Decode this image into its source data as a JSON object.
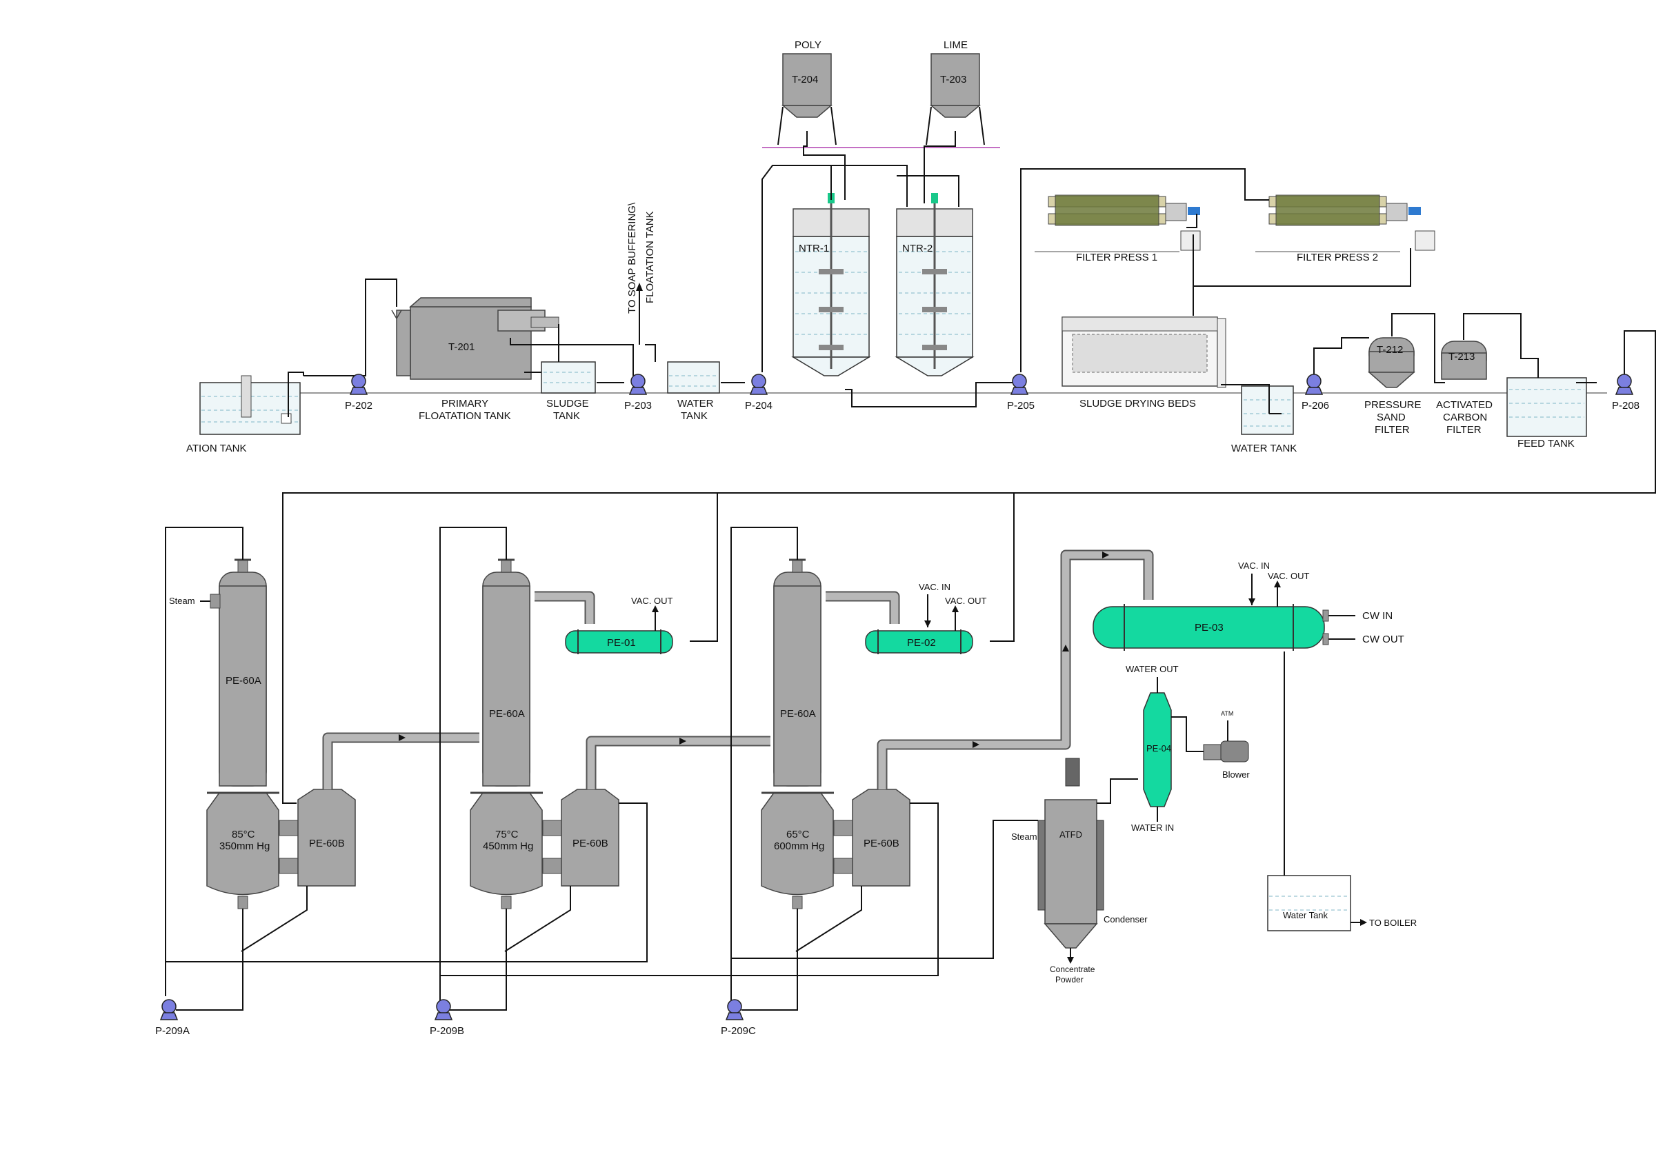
{
  "labels": {
    "poly": "POLY",
    "lime": "LIME",
    "t204": "T-204",
    "t203": "T-203",
    "ntr1": "NTR-1",
    "ntr2": "NTR-2",
    "filter_press_1": "FILTER PRESS 1",
    "filter_press_2": "FILTER PRESS 2",
    "sludge_drying_beds": "SLUDGE DRYING BEDS",
    "soap_buffering": "TO SOAP BUFFERING\\",
    "floatation_tank_vert": "FLOATATION TANK",
    "t201": "T-201",
    "primary_1": "PRIMARY",
    "primary_2": "FLOATATION TANK",
    "sludge_1": "SLUDGE",
    "sludge_2": "TANK",
    "water_1": "WATER",
    "water_2": "TANK",
    "ation_tank": "ATION TANK",
    "p202": "P-202",
    "p203": "P-203",
    "p204": "P-204",
    "p205": "P-205",
    "p206": "P-206",
    "p208": "P-208",
    "water_tank_2": "WATER TANK",
    "t212": "T-212",
    "t213": "T-213",
    "psf_1": "PRESSURE",
    "psf_2": "SAND",
    "psf_3": "FILTER",
    "acf_1": "ACTIVATED",
    "acf_2": "CARBON",
    "acf_3": "FILTER",
    "feed_tank": "FEED TANK",
    "steam_1": "Steam",
    "pe60a": "PE-60A",
    "pe60b": "PE-60B",
    "stage1_temp": "85°C",
    "stage1_press": "350mm Hg",
    "stage2_temp": "75°C",
    "stage2_press": "450mm Hg",
    "stage3_temp": "65°C",
    "stage3_press": "600mm Hg",
    "pe01": "PE-01",
    "pe02": "PE-02",
    "pe03": "PE-03",
    "pe04": "PE-04",
    "vac_out_1": "VAC. OUT",
    "vac_in_2": "VAC. IN",
    "vac_out_2": "VAC. OUT",
    "vac_in_3": "VAC. IN",
    "vac_out_3": "VAC. OUT",
    "cw_in": "CW IN",
    "cw_out": "CW OUT",
    "water_out": "WATER OUT",
    "water_in": "WATER IN",
    "atm": "ATM",
    "blower": "Blower",
    "steam_2": "Steam",
    "atfd": "ATFD",
    "condenser": "Condenser",
    "conc_1": "Concentrate",
    "conc_2": "Powder",
    "water_tank_3": "Water Tank",
    "to_boiler": "TO BOILER",
    "p209a": "P-209A",
    "p209b": "P-209B",
    "p209c": "P-209C"
  },
  "colors": {
    "heat_exchanger": "#14d9a0",
    "pump": "#7b7fe0",
    "vessel": "#a6a6a6",
    "pipe": "#111111"
  }
}
